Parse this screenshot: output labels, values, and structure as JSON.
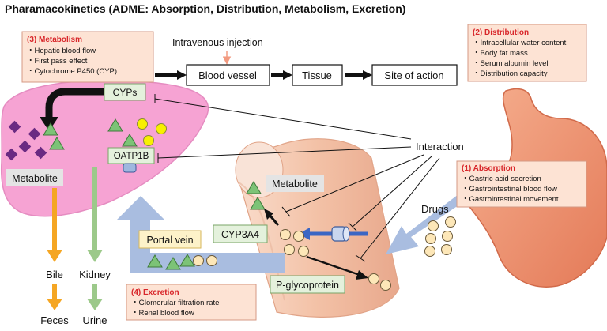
{
  "title": "Pharamacokinetics (ADME: Absorption, Distribution, Metabolism, Excretion)",
  "metabolism": {
    "heading": "(3) Metabolism",
    "items": [
      "・Hepatic blood flow",
      "・First pass effect",
      "・Cytochrome P450 (CYP)"
    ]
  },
  "distribution": {
    "heading": "(2) Distribution",
    "items": [
      "・Intracellular water content",
      "・Body fat mass",
      "・Serum albumin level",
      "・Distribution capacity"
    ]
  },
  "absorption": {
    "heading": "(1) Absorption",
    "items": [
      "・Gastric acid secretion",
      "・Gastrointestinal blood flow",
      "・Gastrointestinal movement"
    ]
  },
  "excretion": {
    "heading": "(4) Excretion",
    "items": [
      "・Glomerular filtration rate",
      "・Renal blood flow"
    ]
  },
  "flow": {
    "injection": "Intravenous injection",
    "blood_vessel": "Blood vessel",
    "tissue": "Tissue",
    "site": "Site of action"
  },
  "labels": {
    "cyps": "CYPs",
    "oatp": "OATP1B",
    "metabolite_liver": "Metabolite",
    "metabolite_gut": "Metabolite",
    "cyp3a4": "CYP3A4",
    "portal_vein": "Portal vein",
    "interaction": "Interaction",
    "drugs": "Drugs",
    "pgp": "P-glycoprotein",
    "bile": "Bile",
    "feces": "Feces",
    "kidney": "Kidney",
    "urine": "Urine"
  },
  "colors": {
    "heading_red": "#d8262a",
    "box_salmon": "#fde3d4",
    "box_green": "#e4f1dc",
    "liver_pink": "#f6a3d3",
    "orange_arrow": "#f5a623",
    "green_arrow": "#9cc98a",
    "blue_arrow": "#a9bde0",
    "triangle_green": "#7cc377",
    "drug_yellow": "#f8f000",
    "drug_cream": "#fde7b8",
    "metabolite_purple": "#6a2a82"
  }
}
